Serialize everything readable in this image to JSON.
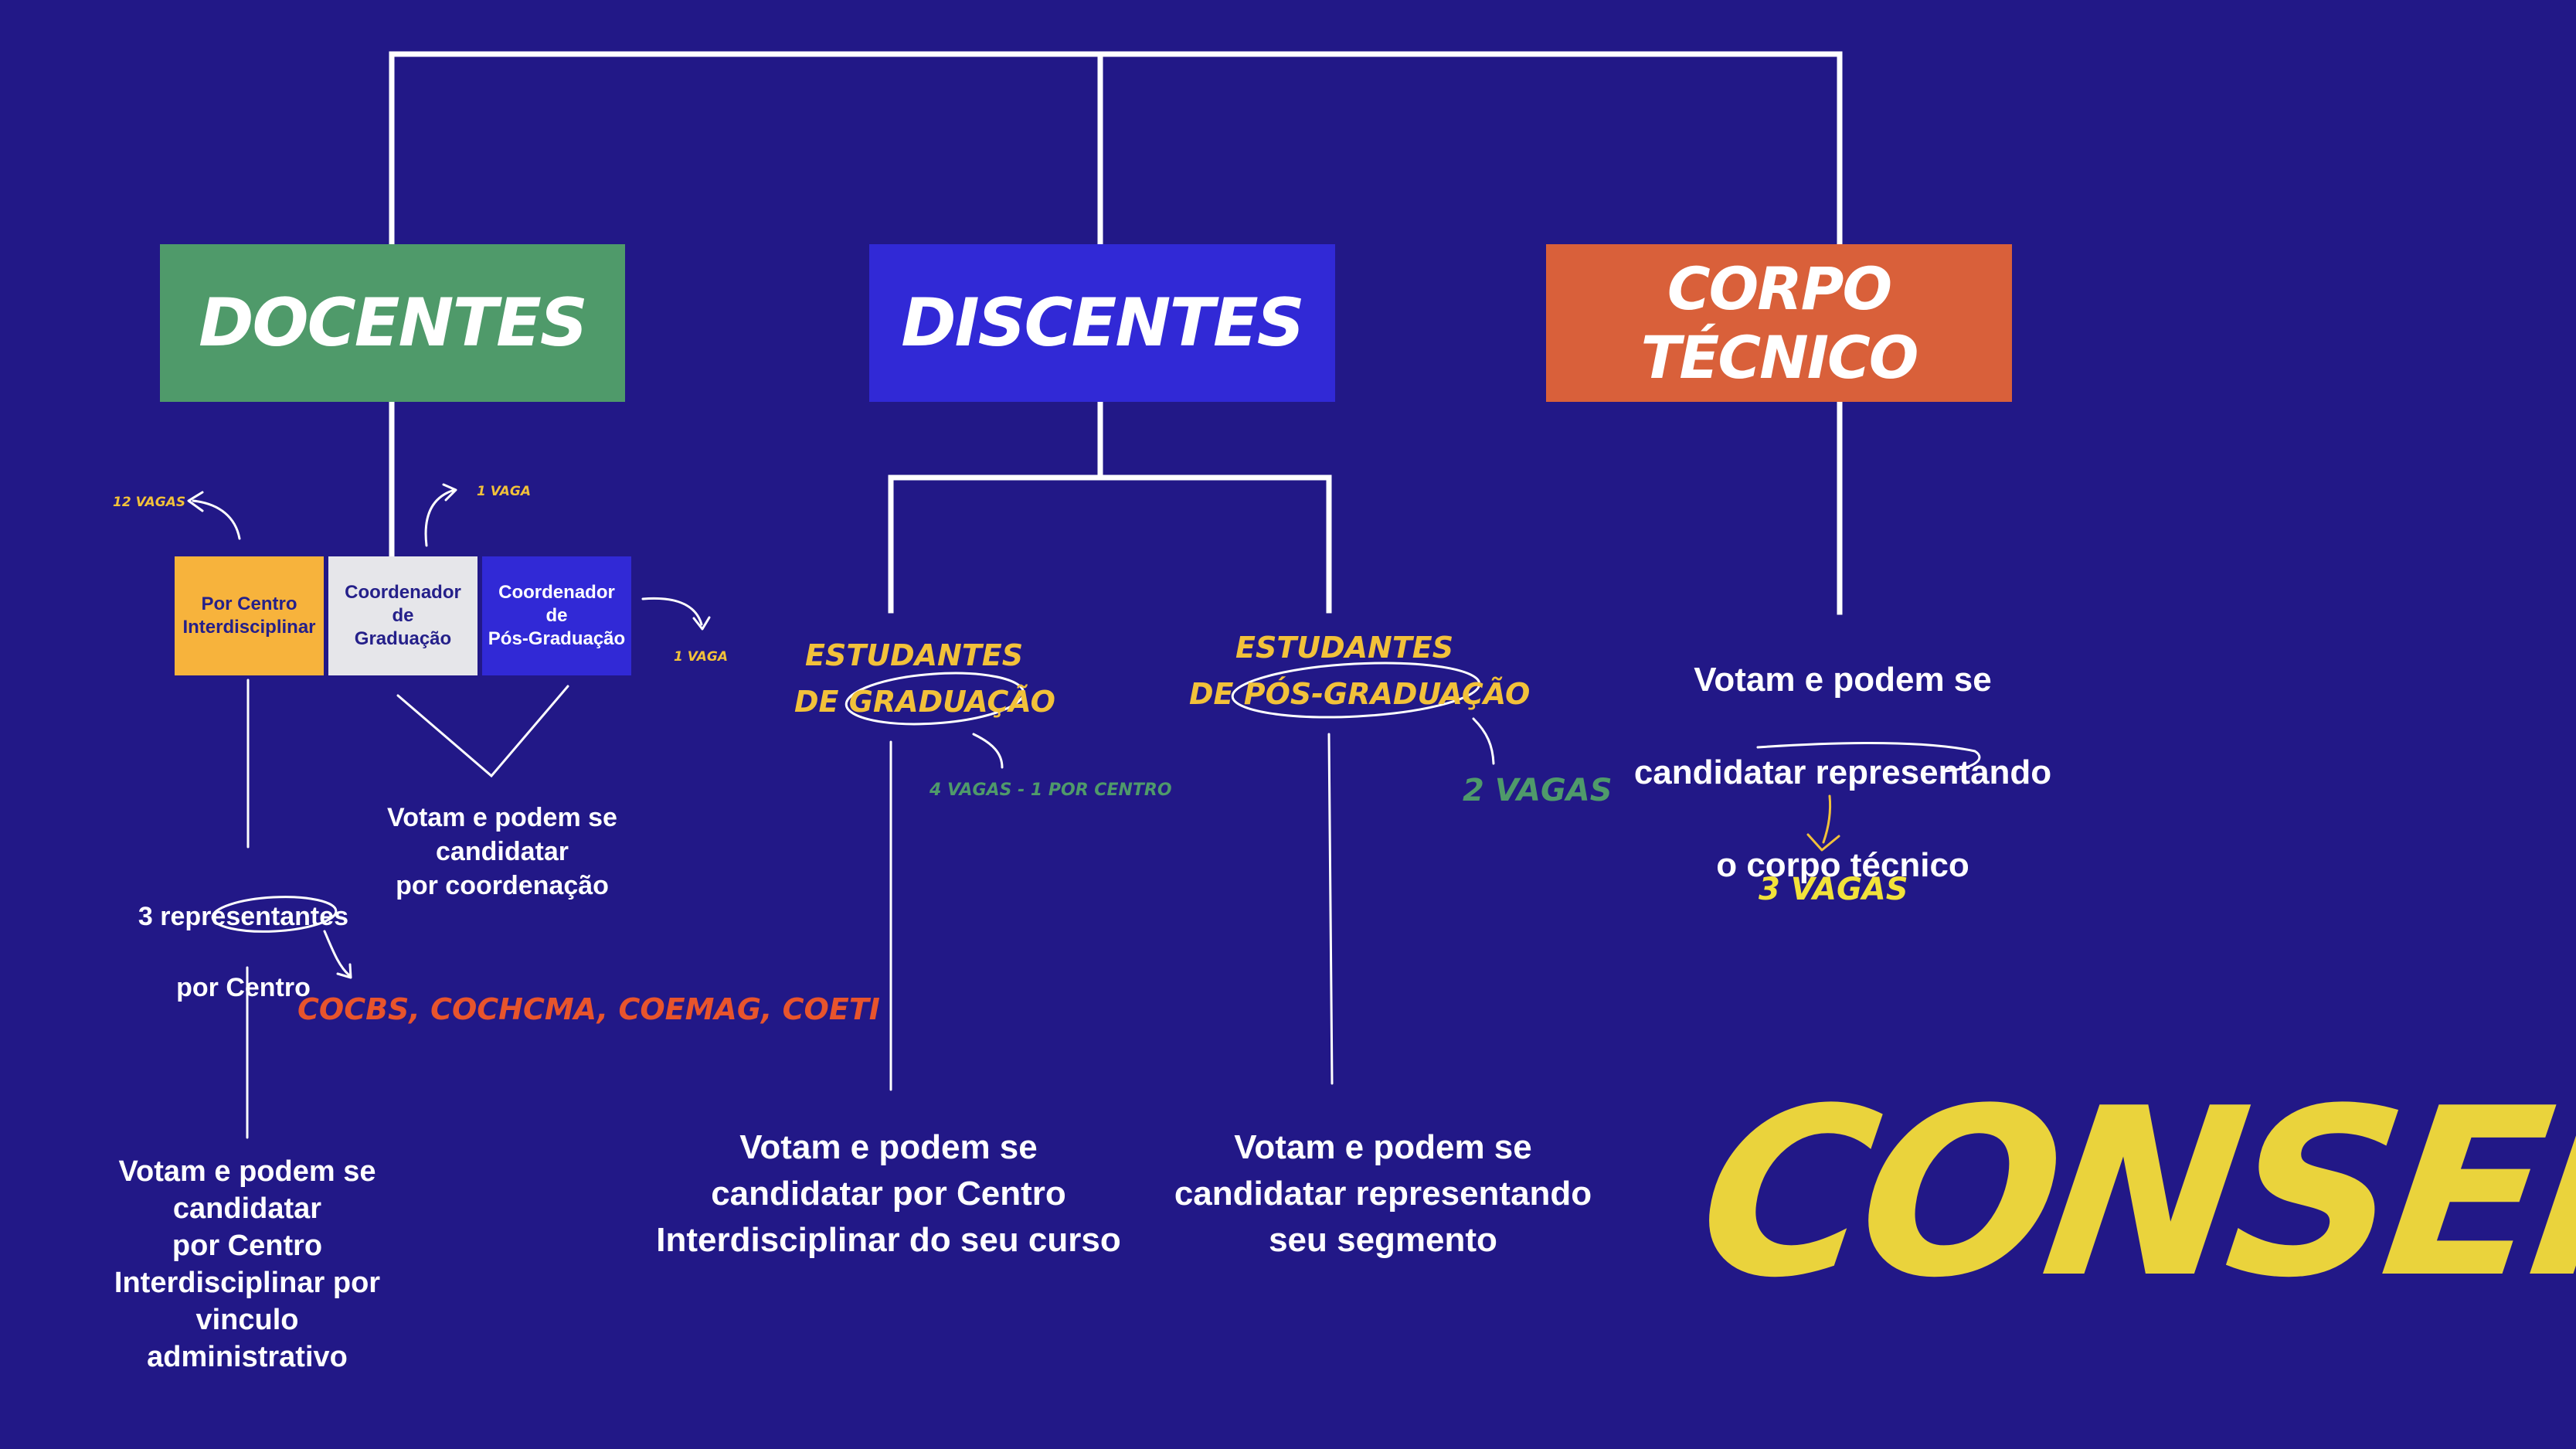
{
  "colors": {
    "background": "#221887",
    "docentes": "#4f9a6a",
    "discentes": "#3129d6",
    "corpo_tecnico": "#d9603a",
    "centro": "#f7b33c",
    "graduacao": "#e6e6ea",
    "pos_graduacao": "#3129d6",
    "accent_yellow": "#f2c13a",
    "accent_green": "#4f9a6a",
    "accent_orange": "#e8542c",
    "logo_yellow": "#ead33c"
  },
  "categories": {
    "docentes": "DOCENTES",
    "discentes": "DISCENTES",
    "corpo_tecnico": "CORPO TÉCNICO"
  },
  "docentes": {
    "roles": {
      "centro": "Por Centro\nInterdisciplinar",
      "graduacao": "Coordenador de\nGraduação",
      "pos": "Coordenador de\nPós-Graduação"
    },
    "vagas_centro": "12 VAGAS",
    "vagas_graduacao": "1 VAGA",
    "vagas_pos": "1 VAGA",
    "coord_text": "Votam e podem se\ncandidatar\npor coordenação",
    "reps_text_line1": "3 representantes",
    "reps_text_prefix": "por",
    "reps_text_word": "Centro",
    "centros_list": "COCBS, COCHCMA, COEMAG, COETI",
    "vote_text": "Votam e podem se\ncandidatar\npor Centro\nInterdisciplinar por\nvinculo\nadministrativo"
  },
  "discentes": {
    "grad_label_line1": "ESTUDANTES",
    "grad_label_prefix": "DE",
    "grad_label_word": "GRADUAÇÃO",
    "grad_vagas": "4 VAGAS - 1 POR CENTRO",
    "pos_label_line1": "ESTUDANTES",
    "pos_label_prefix": "DE",
    "pos_label_word": "PÓS-GRADUAÇÃO",
    "pos_vagas": "2 VAGAS",
    "grad_text": "Votam e podem se\ncandidatar por Centro\nInterdisciplinar do seu curso",
    "pos_text": "Votam e podem se\ncandidatar representando\nseu segmento"
  },
  "corpo_tecnico": {
    "text_line1": "Votam e podem se",
    "text_line2": "candidatar representando",
    "text_prefix": "o",
    "text_word": "corpo técnico",
    "vagas": "3 VAGAS"
  },
  "logo": "CONSEPE"
}
